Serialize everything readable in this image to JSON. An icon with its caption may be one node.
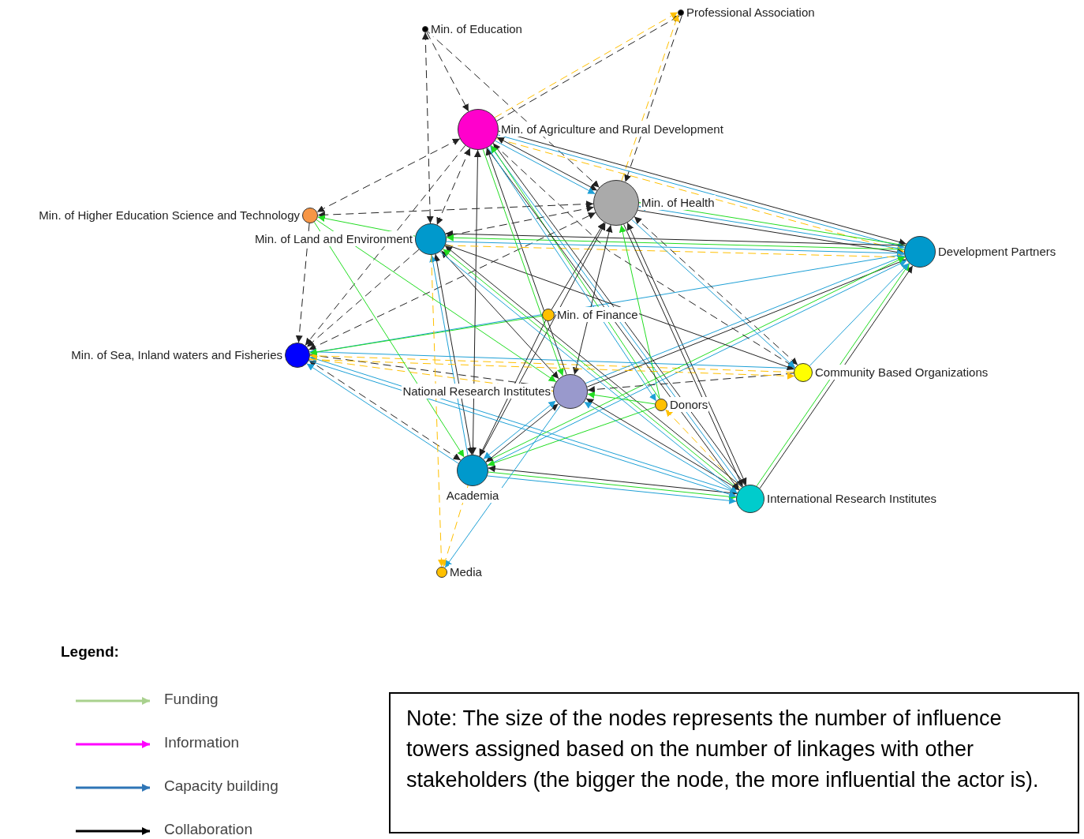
{
  "diagram": {
    "nodes": [
      {
        "text": [],
        "shape": "circle",
        "beside": [
          "Min. of Education"
        ]
      },
      {
        "text": [],
        "shape": "circle",
        "beside": [
          "Professional Association"
        ]
      },
      {
        "text": [],
        "shape": "circle",
        "beside": [
          "Min. of Agriculture and Rural Development"
        ]
      },
      {
        "text": [],
        "shape": "circle",
        "beside": [
          "Min. of Higher Education Science and Technology"
        ]
      },
      {
        "text": [],
        "shape": "circle",
        "beside": [
          "Min. of Health"
        ]
      },
      {
        "text": [],
        "shape": "circle",
        "beside": [
          "Min. of Land and Environment"
        ]
      },
      {
        "text": [],
        "shape": "circle",
        "beside": [
          "Development Partners"
        ]
      },
      {
        "text": [],
        "shape": "circle",
        "beside": [
          "Min. of Finance"
        ]
      },
      {
        "text": [],
        "shape": "circle",
        "beside": [
          "Min. of Sea, Inland waters and Fisheries"
        ]
      },
      {
        "text": [],
        "shape": "circle",
        "beside": [
          "Community Based Organizations"
        ]
      },
      {
        "text": [],
        "shape": "circle",
        "beside": [
          "National Research Institutes"
        ]
      },
      {
        "text": [],
        "shape": "circle",
        "beside": [
          "Donors"
        ]
      },
      {
        "text": [],
        "shape": "circle",
        "beside": [
          "Academia"
        ]
      },
      {
        "text": [],
        "shape": "circle",
        "beside": [
          "International Research Institutes"
        ]
      },
      {
        "text": [],
        "shape": "circle",
        "beside": [
          "Media"
        ]
      },
      {
        "text": [
          "Note: The size of the nodes represents the number of influence towers assigned based on the number of linkages with other stakeholders (the bigger the node, the more influential the actor is)."
        ]
      }
    ],
    "edges": [
      {
        "from": 0,
        "to": 2,
        "arrow": "to",
        "style": "dashed"
      },
      {
        "from": 0,
        "to": 5,
        "arrow": "both",
        "style": "dashed"
      },
      {
        "from": 0,
        "to": 4,
        "arrow": "to",
        "style": "dashed"
      },
      {
        "from": 2,
        "to": 1,
        "arrow": "to",
        "style": "dashed"
      },
      {
        "from": 2,
        "to": 1,
        "arrow": "to",
        "style": "dashed",
        "color": "#ffc000"
      },
      {
        "from": 1,
        "to": 4,
        "arrow": "to",
        "style": "dashed"
      },
      {
        "from": 4,
        "to": 1,
        "arrow": "to",
        "style": "dashed",
        "color": "#ffc000"
      },
      {
        "from": 2,
        "to": 3,
        "arrow": "both",
        "style": "dashed"
      },
      {
        "from": 4,
        "to": 3,
        "arrow": "both",
        "style": "dashed"
      },
      {
        "from": 3,
        "to": 8,
        "arrow": "to",
        "style": "dashed"
      },
      {
        "from": 5,
        "to": 3,
        "arrow": "to",
        "color": "#22dd22"
      },
      {
        "from": 5,
        "to": 2,
        "arrow": "both",
        "style": "dashed"
      },
      {
        "from": 4,
        "to": 5,
        "arrow": "both",
        "style": "dashed"
      },
      {
        "from": 8,
        "to": 4,
        "arrow": "both",
        "style": "dashed"
      },
      {
        "from": 2,
        "to": 8,
        "arrow": "to",
        "style": "dashed"
      },
      {
        "from": 5,
        "to": 8,
        "arrow": "to",
        "style": "dashed"
      },
      {
        "from": 10,
        "to": 8,
        "arrow": "to",
        "style": "dashed"
      },
      {
        "from": 12,
        "to": 8,
        "arrow": "both",
        "style": "dashed"
      },
      {
        "from": 12,
        "to": 8,
        "arrow": "to",
        "color": "#1ea0d6"
      },
      {
        "from": 13,
        "to": 8,
        "arrow": "to",
        "color": "#1ea0d6"
      },
      {
        "from": 6,
        "to": 8,
        "arrow": "to",
        "color": "#1ea0d6"
      },
      {
        "from": 9,
        "to": 8,
        "arrow": "to",
        "color": "#1ea0d6"
      },
      {
        "from": 9,
        "to": 8,
        "arrow": "to",
        "style": "dashed",
        "color": "#ffc000"
      },
      {
        "from": 7,
        "to": 8,
        "arrow": "to",
        "color": "#22dd22"
      },
      {
        "from": 2,
        "to": 6,
        "arrow": "to"
      },
      {
        "from": 2,
        "to": 6,
        "arrow": "to",
        "color": "#1ea0d6"
      },
      {
        "from": 2,
        "to": 6,
        "arrow": "to",
        "style": "dashed",
        "color": "#ffc000"
      },
      {
        "from": 2,
        "to": 4,
        "arrow": "both"
      },
      {
        "from": 2,
        "to": 4,
        "arrow": "to",
        "color": "#1ea0d6"
      },
      {
        "from": 12,
        "to": 2,
        "arrow": "both"
      },
      {
        "from": 10,
        "to": 2,
        "arrow": "to"
      },
      {
        "from": 13,
        "to": 2,
        "arrow": "to"
      },
      {
        "from": 13,
        "to": 2,
        "arrow": "to",
        "color": "#1ea0d6"
      },
      {
        "from": 11,
        "to": 2,
        "arrow": "to",
        "color": "#22dd22"
      },
      {
        "from": 6,
        "to": 4,
        "arrow": "to",
        "color": "#22dd22"
      },
      {
        "from": 6,
        "to": 4,
        "arrow": "to",
        "color": "#1ea0d6"
      },
      {
        "from": 4,
        "to": 6,
        "arrow": "to"
      },
      {
        "from": 6,
        "to": 5,
        "arrow": "to"
      },
      {
        "from": 6,
        "to": 5,
        "arrow": "to",
        "color": "#22dd22"
      },
      {
        "from": 5,
        "to": 6,
        "arrow": "to",
        "color": "#1ea0d6"
      },
      {
        "from": 5,
        "to": 6,
        "arrow": "to",
        "style": "dashed",
        "color": "#ffc000"
      },
      {
        "from": 12,
        "to": 5,
        "arrow": "both"
      },
      {
        "from": 12,
        "to": 5,
        "arrow": "to",
        "color": "#1ea0d6"
      },
      {
        "from": 10,
        "to": 5,
        "arrow": "both"
      },
      {
        "from": 13,
        "to": 5,
        "arrow": "to"
      },
      {
        "from": 13,
        "to": 5,
        "arrow": "to",
        "color": "#22dd22"
      },
      {
        "from": 10,
        "to": 4,
        "arrow": "both"
      },
      {
        "from": 12,
        "to": 4,
        "arrow": "to"
      },
      {
        "from": 13,
        "to": 4,
        "arrow": "both"
      },
      {
        "from": 9,
        "to": 4,
        "arrow": "both",
        "style": "dashed"
      },
      {
        "from": 11,
        "to": 4,
        "arrow": "to",
        "color": "#22dd22"
      },
      {
        "from": 7,
        "to": 4,
        "arrow": "to"
      },
      {
        "from": 10,
        "to": 6,
        "arrow": "to"
      },
      {
        "from": 10,
        "to": 6,
        "arrow": "to",
        "color": "#1ea0d6"
      },
      {
        "from": 12,
        "to": 6,
        "arrow": "to",
        "color": "#1ea0d6"
      },
      {
        "from": 12,
        "to": 6,
        "arrow": "to",
        "color": "#22dd22"
      },
      {
        "from": 13,
        "to": 6,
        "arrow": "to"
      },
      {
        "from": 13,
        "to": 6,
        "arrow": "to",
        "color": "#22dd22"
      },
      {
        "from": 9,
        "to": 6,
        "arrow": "to",
        "color": "#1ea0d6"
      },
      {
        "from": 9,
        "to": 10,
        "arrow": "to",
        "style": "dashed"
      },
      {
        "from": 5,
        "to": 9,
        "arrow": "to"
      },
      {
        "from": 2,
        "to": 9,
        "arrow": "to",
        "style": "dashed"
      },
      {
        "from": 4,
        "to": 9,
        "arrow": "to",
        "color": "#1ea0d6"
      },
      {
        "from": 8,
        "to": 9,
        "arrow": "to",
        "style": "dashed",
        "color": "#ffc000"
      },
      {
        "from": 11,
        "to": 10,
        "arrow": "to",
        "color": "#22dd22"
      },
      {
        "from": 11,
        "to": 12,
        "arrow": "to",
        "color": "#22dd22"
      },
      {
        "from": 13,
        "to": 11,
        "arrow": "to",
        "style": "dashed",
        "color": "#ffc000"
      },
      {
        "from": 13,
        "to": 10,
        "arrow": "both"
      },
      {
        "from": 13,
        "to": 10,
        "arrow": "to",
        "color": "#1ea0d6"
      },
      {
        "from": 13,
        "to": 12,
        "arrow": "both"
      },
      {
        "from": 12,
        "to": 13,
        "arrow": "to",
        "color": "#22dd22"
      },
      {
        "from": 12,
        "to": 13,
        "arrow": "to",
        "color": "#1ea0d6"
      },
      {
        "from": 10,
        "to": 12,
        "arrow": "both"
      },
      {
        "from": 10,
        "to": 12,
        "arrow": "both",
        "color": "#1ea0d6"
      },
      {
        "from": 7,
        "to": 12,
        "arrow": "to"
      },
      {
        "from": 3,
        "to": 12,
        "arrow": "to",
        "color": "#22dd22"
      },
      {
        "from": 12,
        "to": 14,
        "arrow": "to",
        "style": "dashed",
        "color": "#ffc000"
      },
      {
        "from": 5,
        "to": 14,
        "arrow": "to",
        "style": "dashed",
        "color": "#ffc000"
      },
      {
        "from": 10,
        "to": 14,
        "arrow": "to",
        "color": "#1ea0d6"
      },
      {
        "from": 5,
        "to": 13,
        "arrow": "to",
        "color": "#1ea0d6"
      },
      {
        "from": 2,
        "to": 13,
        "arrow": "to"
      },
      {
        "from": 4,
        "to": 13,
        "arrow": "to"
      },
      {
        "from": 8,
        "to": 13,
        "arrow": "to",
        "color": "#1ea0d6"
      },
      {
        "from": 3,
        "to": 10,
        "arrow": "to",
        "color": "#22dd22"
      },
      {
        "from": 2,
        "to": 10,
        "arrow": "to",
        "color": "#22dd22"
      },
      {
        "from": 8,
        "to": 10,
        "arrow": "to",
        "style": "dashed",
        "color": "#ffc000"
      },
      {
        "from": 2,
        "to": 11,
        "arrow": "to",
        "color": "#1ea0d6"
      }
    ],
    "labels": [
      "Legend:"
    ],
    "legend": [
      {
        "text": "Funding"
      },
      {
        "text": "Information"
      },
      {
        "text": "Capacity building"
      },
      {
        "text": "Collaboration"
      }
    ]
  }
}
